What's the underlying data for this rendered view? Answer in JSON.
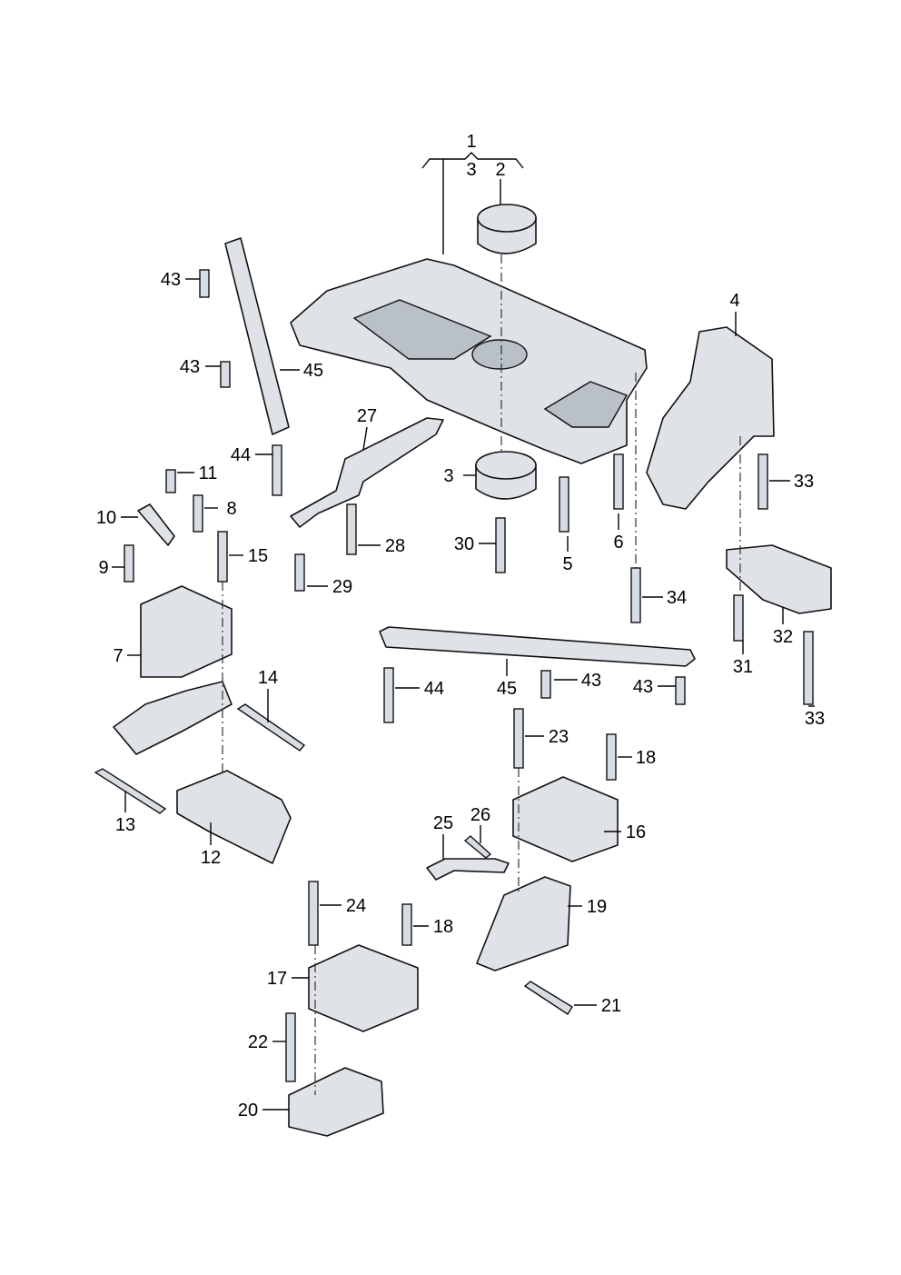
{
  "diagram": {
    "title": "Subframe and engine/gearbox mounting parts",
    "labels": [
      "1",
      "3",
      "2",
      "43",
      "43",
      "45",
      "4",
      "27",
      "44",
      "11",
      "3",
      "33",
      "8",
      "10",
      "30",
      "28",
      "6",
      "15",
      "5",
      "9",
      "29",
      "34",
      "32",
      "7",
      "31",
      "14",
      "44",
      "45",
      "43",
      "43",
      "33",
      "23",
      "18",
      "26",
      "25",
      "13",
      "16",
      "12",
      "19",
      "24",
      "18",
      "17",
      "21",
      "22",
      "20"
    ]
  }
}
